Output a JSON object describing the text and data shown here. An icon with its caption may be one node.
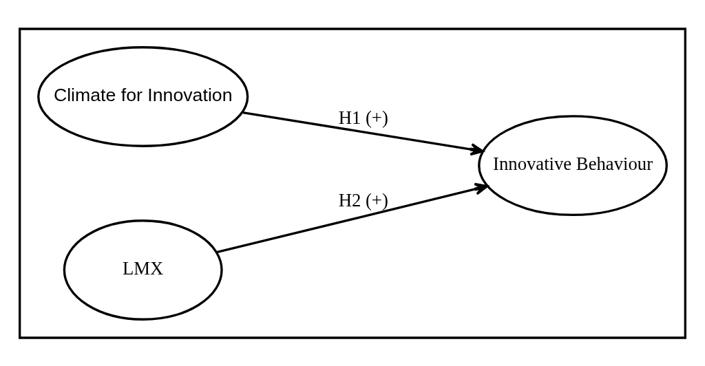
{
  "diagram": {
    "nodes": [
      {
        "text": [],
        "shape": "box"
      },
      {
        "text": [
          "Climate for Innovation"
        ],
        "in": 0
      },
      {
        "text": [
          "LMX"
        ],
        "in": 0
      },
      {
        "text": [
          "Innovative Behaviour"
        ],
        "in": 0
      }
    ],
    "edges": [
      {
        "from": 1,
        "to": 3,
        "arrow": "to",
        "label": "H1 (+)"
      },
      {
        "from": 2,
        "to": 3,
        "arrow": "to",
        "label": "H2 (+)"
      }
    ]
  }
}
